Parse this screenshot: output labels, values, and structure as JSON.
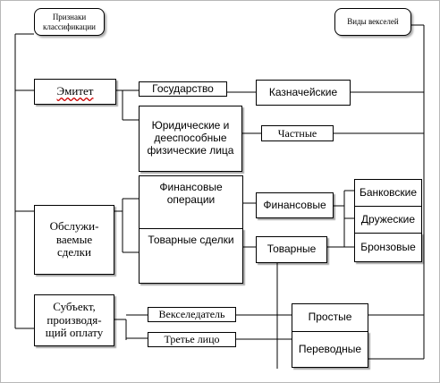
{
  "headers": {
    "left": "Признаки классификации",
    "right": "Виды векселей"
  },
  "criteria": {
    "issuer": "Эмитет",
    "transactions": "Обслужи-ваемые сделки",
    "payer": "Субъект, производя-щий оплату"
  },
  "subtypes": {
    "state": "Государство",
    "persons": "Юридические и дееспособные физические лица",
    "financial_ops": "Финансовые операции",
    "commodity": "Товарные сделки",
    "drawer": "Векселедатель",
    "third_party": "Третье лицо"
  },
  "bill_types": {
    "treasury": "Казначейские",
    "private": "Частные",
    "financial": "Финансовые",
    "goods": "Товарные",
    "bank": "Банковские",
    "friendly": "Дружеские",
    "bronze": "Бронзовые",
    "simple": "Простые",
    "transferable": "Переводные"
  },
  "colors": {
    "line": "#000000",
    "border": "#000000",
    "frame": "#b8b8b8",
    "spellcheck": "#cc0000"
  }
}
